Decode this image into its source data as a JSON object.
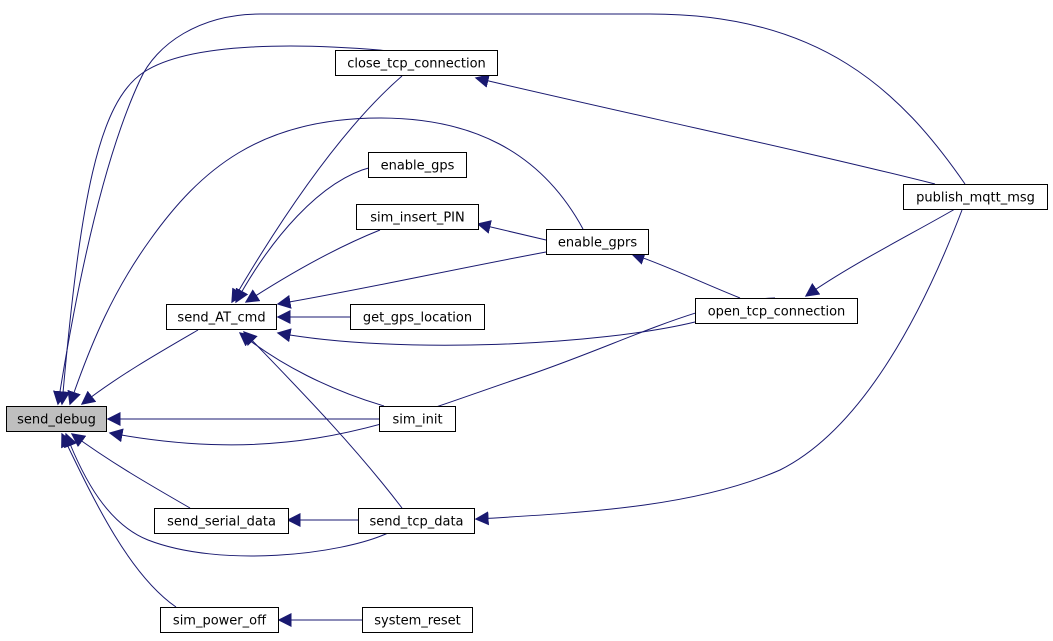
{
  "graph": {
    "edge_color": "#191970",
    "highlight_fill": "#bfbfbf",
    "nodes": [
      {
        "id": "send_debug",
        "label": "send_debug",
        "highlight": true
      },
      {
        "id": "send_AT_cmd",
        "label": "send_AT_cmd"
      },
      {
        "id": "close_tcp_connection",
        "label": "close_tcp_connection"
      },
      {
        "id": "enable_gps",
        "label": "enable_gps"
      },
      {
        "id": "sim_insert_PIN",
        "label": "sim_insert_PIN"
      },
      {
        "id": "enable_gprs",
        "label": "enable_gprs"
      },
      {
        "id": "get_gps_location",
        "label": "get_gps_location"
      },
      {
        "id": "open_tcp_connection",
        "label": "open_tcp_connection"
      },
      {
        "id": "publish_mqtt_msg",
        "label": "publish_mqtt_msg"
      },
      {
        "id": "sim_init",
        "label": "sim_init"
      },
      {
        "id": "send_serial_data",
        "label": "send_serial_data"
      },
      {
        "id": "send_tcp_data",
        "label": "send_tcp_data"
      },
      {
        "id": "sim_power_off",
        "label": "sim_power_off"
      },
      {
        "id": "system_reset",
        "label": "system_reset"
      }
    ],
    "edges": [
      {
        "from": "send_AT_cmd",
        "to": "send_debug"
      },
      {
        "from": "close_tcp_connection",
        "to": "send_debug"
      },
      {
        "from": "publish_mqtt_msg",
        "to": "send_debug"
      },
      {
        "from": "enable_gprs",
        "to": "send_debug"
      },
      {
        "from": "open_tcp_connection",
        "to": "send_debug"
      },
      {
        "from": "sim_init",
        "to": "send_debug"
      },
      {
        "from": "send_serial_data",
        "to": "send_debug"
      },
      {
        "from": "send_tcp_data",
        "to": "send_debug"
      },
      {
        "from": "sim_power_off",
        "to": "send_debug"
      },
      {
        "from": "close_tcp_connection",
        "to": "send_AT_cmd"
      },
      {
        "from": "enable_gps",
        "to": "send_AT_cmd"
      },
      {
        "from": "sim_insert_PIN",
        "to": "send_AT_cmd"
      },
      {
        "from": "enable_gprs",
        "to": "send_AT_cmd"
      },
      {
        "from": "get_gps_location",
        "to": "send_AT_cmd"
      },
      {
        "from": "open_tcp_connection",
        "to": "send_AT_cmd"
      },
      {
        "from": "sim_init",
        "to": "send_AT_cmd"
      },
      {
        "from": "send_tcp_data",
        "to": "send_AT_cmd"
      },
      {
        "from": "publish_mqtt_msg",
        "to": "close_tcp_connection"
      },
      {
        "from": "enable_gprs",
        "to": "sim_insert_PIN"
      },
      {
        "from": "open_tcp_connection",
        "to": "enable_gprs"
      },
      {
        "from": "publish_mqtt_msg",
        "to": "open_tcp_connection"
      },
      {
        "from": "send_tcp_data",
        "to": "send_serial_data"
      },
      {
        "from": "publish_mqtt_msg",
        "to": "send_tcp_data"
      },
      {
        "from": "system_reset",
        "to": "sim_power_off"
      }
    ]
  }
}
